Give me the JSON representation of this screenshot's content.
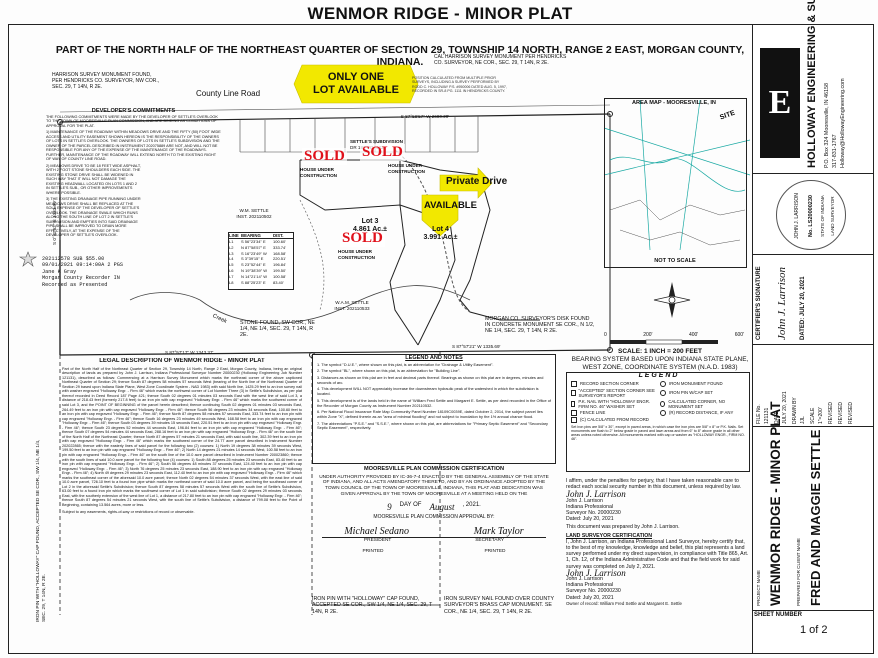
{
  "header": {
    "title": "WENMOR RIDGE - MINOR PLAT",
    "subtitle": "PART OF THE NORTH HALF OF THE NORTHEAST QUARTER OF SECTION 29, TOWNSHIP 14 NORTH, RANGE 2 EAST, MORGAN COUNTY, INDIANA."
  },
  "banner": {
    "line1": "ONLY ONE",
    "line2": "LOT AVAILABLE"
  },
  "labels": {
    "available": "AVAILABLE",
    "private_drive": "Private Drive",
    "sold": "SOLD",
    "under_construction": "HOUSE UNDER CONSTRUCTION",
    "county_line_road": "County Line Road",
    "settles_subdivision": "SETTLE'S SUBDIVISION",
    "subdivision_ref": "DR 187 PG. 422",
    "wm_settle": "W.M. SETTLE",
    "wm_settle_inst": "INST. 202110502",
    "tract_owner": "W.A.M. SETTLE",
    "tract_inst": "INST. 202110533",
    "creek": "Creek",
    "not_to_scale": "NOT TO SCALE",
    "area_map": "AREA MAP - MOORESVILLE, IN",
    "site": "SITE",
    "scale": "SCALE: 1 INCH = 200 FEET",
    "scale_ticks": [
      "0",
      "200'",
      "400'",
      "600'"
    ],
    "bearing_basis": "BEARING SYSTEM BASED UPON INDIANA STATE PLANE, WEST ZONE, COORDINATE SYSTEM (N.A.D. 1983)"
  },
  "lots": [
    {
      "name": "Lot 3",
      "area": "4.861 Ac.±"
    },
    {
      "name": "Lot 4",
      "area": "3.991 Ac.±"
    }
  ],
  "monuments": {
    "nw": "HARRISON SURVEY MONUMENT FOUND, PER HENDRICKS CO. SURVEYOR, NW COR., SEC. 29, T 14N, R 2E.",
    "ne": "CAL HARRISON SURVEY MONUMENT PER HENDRICKS CO. SURVEYOR, NE COR., SEC. 29, T 14N, R 2E.",
    "ne_note": "POSITION CALCULATED FROM MULTIPLE PRIOR SURVEYS, INCLUDING A SURVEY PERFORMED BY RODD C. HOLLOWAY P.S. #950006 DATED AUG. 5, 1997, RECORDED IN SR-8 PG. 1111 IN HENDRICKS COUNTY.",
    "sw": "STONE FOUND, SW COR., NE 1/4, NE 1/4, SEC. 29, T 14N, R 2E.",
    "se": "MORGAN CO. SURVEYOR'S DISK FOUND IN CONCRETE MONUMENT SE COR., N 1/2, NE 1/4, SEC. 29, T 14N, R 2E.",
    "bottom_left": "IRON PIN WITH \"HOLLOWAY\" CAP FOUND, ACCEPTED SE COR., SW 1/4, NE 1/4, SEC. 29, T 14N, R 2E.",
    "bottom_right": "IRON SURVEY NAIL FOUND OVER COUNTY SURVEYOR'S BRASS CAP MONUMENT. SE COR., NE 1/4, SEC. 29, T 14N, R 2E."
  },
  "bearings": {
    "top": "S 87°58'57\" W  2680.28'",
    "right_bottom": "S 87°57'21\" W  1335.69'",
    "left_bottom": "S 87°57'17\" W  1343.37'",
    "left_vertical": "S 0°12'52\" E  1333.99'"
  },
  "commitments": {
    "title": "DEVELOPER'S COMMITMENTS",
    "intro": "THE FOLLOWING COMMITMENTS WERE MADE BY THE DEVELOPER OF SETTLE'S OVERLOOK TO THE TOWN OF MOORESVILLE PLAN COMMISSION, AND ARE BINDING AS CONDITIONS OF APPROVAL FOR THE PLAT.",
    "items": [
      "1) MAINTENANCE OF THE ROADWAY WITHIN MEADOWS DRIVE AND THE FIFTY (50) FOOT WIDE ACCESS AND UTILITY EASEMENT SHOWN HEREON IS THE RESPONSIBILITY OF THE OWNERS OF LOTS IN SETTLE'S OVERLOOK. THE OWNERS OF LOTS IN SETTLE'S SUBDIVISION AND THE OWNER OF THE PARCEL DESCRIBED IN INSTRUMENT 202075889 ARE NOT, AND WILL NOT BE RESPONSIBLE FOR ANY OF THE EXPENSE OF THE MAINTENANCE OF THE ROADWAYS. FURTHER, MAINTENANCE OF THE ROADWAY WILL EXTEND NORTH TO THE EXISTING RIGHT OF WAY OF COUNTY LINE ROAD.",
      "2) MEADOWS DRIVE TO BE 18 FEET WIDE ASPHALT, WITH 2 FOOT STONE SHOULDERS EACH SIDE. THE EXISTING STONE DRIVE SHALL BE WIDENED IN SUCH WAY THAT IT WILL NOT DAMAGE THE EXISTING HEADWALL LOCATED ON LOTS 1 AND 2 IN SETTLE'S SUB., OR OTHER IMPROVEMENTS WHERE POSSIBLE.",
      "3) THE EXISTING DRAINAGE PIPE RUNNING UNDER MEADOWS DRIVE SHALL BE REPLACED AT THE SOLE EXPENSE OF THE DEVELOPER OF SETTLE'S OVERLOOK. THE DRAINAGE SWALE WHICH RUNS ALONG THE SOUTH LINE OF LOT 2 IN SETTLE'S SUBDIVISION AND EMPTIES INTO SAID DRAINAGE PIPE SHALL BE IMPROVED TO DRAIN MORE EFFECTIVELY, AT THE EXPENSE OF THE DEVELOPER OF SETTLE'S OVERLOOK."
    ]
  },
  "recorder": {
    "instrument": "202112578  SUB  $55.00",
    "date": "09/01/2021 09:14:00A 2 PGS",
    "name": "Jane K Gray",
    "office": "Morgan County Recorder IN",
    "status": "Recorded as Presented"
  },
  "legal": {
    "title": "LEGAL DESCRIPTION OF WENMOR RIDGE - MINOR PLAT",
    "body": "Part of the North Half of the Northeast Quarter of Section 29, Township 14 North, Range 2 East, Morgan County, Indiana, being an original description of lands as prepared by John J. Larrison, Indiana Professional Surveyor Number 20000230 (Holloway Engineering Job Number 121131), described as follows: Commencing at a Harrison Survey Monument which marks the northeast corner of the above captioned Northeast Quarter of Section 29; thence South 87 degrees 58 minutes 57 seconds West (bearing of the North line of the Northeast Quarter of Section 29 based upon Indiana State Plane, West Zone Coordinate System - NAD 1983) with said North line, 1425.29 feet to an iron survey nail with washer engraved \"Holloway Engr. - Firm 46\" which marks the northwest corner of Lot Number Three (3) in Settle's Subdivision, as per plat thereof recorded in Deed Record 187 Page 421; thence South 02 degrees 01 minutes 03 seconds East with the west line of said Lot 3, a distance of 218.43 feet (formerly 217.8 feet) to an iron pin with cap engraved \"Holloway Engr. - Firm 46\" which marks the southwest corner of said Lot 3, and the POINT OF BEGINNING of the parcel herein described; thence continuing South 02 degrees 01 minutes 03 seconds East, 264.49 feet to an iron pin with cap engraved \"Holloway Engr. - Firm 46\"; thence South 56 degrees 23 minutes 34 seconds East, 100.60 feet to an iron pin with cap engraved \"Holloway Engr. - Firm 46\"; thence North 87 degrees 58 minutes 57 seconds East, 333.74 feet to an iron pin with cap engraved \"Holloway Engr. - Firm 46\"; thence South 16 degrees 23 minutes 49 seconds West, 168.58 feet to an iron pin with cap engraved \"Holloway Engr. - Firm 46\"; thence South 03 degrees 39 minutes 15 seconds East, 220.51 feet to an iron pin with cap engraved \"Holloway Engr. - Firm 46\"; thence South 23 degrees 52 minutes 44 seconds East, 196.84 feet to an iron pin with cap engraved \"Holloway Engr. - Firm 46\"; thence South 07 degrees 54 minutes 44 seconds East, 288.16 feet to an iron pin with cap engraved \"Holloway Engr. - Firm 46\" on the south line of the North Half of the Northeast Quarter; thence North 87 degrees 57 minutes 21 seconds East, with said south line, 302.39 feet to an iron pin with cap engraved \"Holloway Engr. - Firm 46\" which marks the southwest corner of the 24.77 acre parcel described in Instrument Number 202022865; thence with the easterly lines of said parcel for the following two (2) courses: 1) North 19 degrees 38 minutes 39 seconds West, 199.50 feet to an iron pin with cap engraved \"Holloway Engr. - Firm 46\"; 2) North 14 degrees 21 minutes 14 seconds West, 100.58 feet to an iron pin with cap engraved \"Holloway Engr. - Firm 46\" on the south line of the 10.0 acre parcel described in Instrument Number 200023860; thence with the south lines of said 10.0 acre parcel for the following four (4) courses: 1) South 88 degrees 25 minutes 23 seconds East, 83.40 feet to an iron pin with cap engraved \"Holloway Engr. - Firm 46\"; 2) South 56 degrees 48 minutes 37 seconds East, 124.40 feet to an iron pin with cap engraved \"Holloway Engr. - Firm 46\"; 3) North 76 degrees 25 minutes 23 seconds East, 188.90 feet to an iron pin with cap engraved \"Holloway Engr. - Firm 46\"; 4) North 49 degrees 29 minutes 23 seconds East, 112.40 feet to an iron pin with cap engraved \"Holloway Engr. - Firm 46\" which marks the southeast corner of the aforesaid 10.0 acre parcel; thence North 02 degrees 54 minutes 37 seconds West, with the east line of said 10.0 acre parcel, 726.10 feet to a found iron pipe which marks the northeast corner of said 10.0 acre parcel, and being the southeast corner of Lot 2 in the aforesaid Settle's Subdivision; thence South 87 degrees 58 minutes 57 seconds West with the south line of Settle's Subdivision, 63.00 feet to a found iron pin which marks the southwest corner of Lot 1 in said subdivision; thence South 02 degrees 29 minutes 03 seconds East, with the southerly extension of the west line of Lot 1, a distance of 217.80 feet to an iron pin with cap engraved \"Holloway Engr. - Firm 46\"; thence South 87 degrees 54 minutes 21 seconds West, with the south line of Settle's Subdivision, a distance of 799.08 feet to the Point of Beginning, containing 13.564 acres, more or less.",
    "footer": "Subject to any easements, rights-of-way or restrictions of record or observable."
  },
  "notes": {
    "title": "LEGEND AND NOTES",
    "items": [
      "1. The symbol \"D.U.E.\", where shown on this plat, is an abbreviation for \"Drainage & Utility Easement\".",
      "2. The symbol \"BL\", where shown on this plat, is an abbreviation for \"Building Line\".",
      "3. Distances as shown on this plat are in feet and decimal parts thereof. Bearings as shown on this plat are in degrees, minutes and seconds of arc.",
      "4. This development WILL NOT appreciably increase the downstream hydraulic peak of the watershed in which the subdivision is located.",
      "5. This development is of the lands held in the name of 'William Fred Settle and Margaret E. Settle, as per deed recorded in the Office of the Recorder of Morgan County as Instrument Number 202110532.",
      "6. Per National Flood Insurance Rate Map Community Panel Number 18109C0039E, dated October 2, 2014, the subject parcel lies within Zone \"X\", defined therein as an \"area of minimal flooding\" and not subject to inundation by the 1% annual chance flood.",
      "7. The abbreviations \"P.S.E.\" and \"S.S.E.\", where shown on this plat, are abbreviations for \"Primary Septic Easement\" and \"Secondary Septic Easement\", respectively."
    ]
  },
  "certification": {
    "title": "MOORESVILLE PLAN COMMISSION CERTIFICATION",
    "body": "UNDER AUTHORITY PROVIDED BY IC-36-7-4 ENACTED BY THE GENERAL ASSEMBLY OF THE STATE OF INDIANA, AND ALL ACTS AMENDATORY THERETO, AND BY AN ORDINANCE ADOPTED BY THE TOWN COUNCIL OF THE TOWN OF MOORESVILLE, INDIANA, THIS PLAT AND DEDICATION WAS GIVEN APPROVAL BY THE TOWN OF MOORESVILLE AT A MEETING HELD ON THE",
    "day": "9",
    "day_label": "DAY OF",
    "month": "August",
    "year": ", 2021.",
    "approval": "MOORESVILLE PLAN COMMISSION APPROVAL BY:",
    "president": "PRESIDENT",
    "secretary": "SECRETARY",
    "printed": "PRINTED",
    "printed_secretary": "PRINTED",
    "president_name": "Michael Sedano",
    "secretary_name": "Mark Taylor"
  },
  "legend": {
    "title": "L E G E N D",
    "items": [
      "RECORD SECTION CORNER",
      "IRON MONUMENT FOUND",
      "\"ACCEPTED\" SECTION CORNER SEE SURVEYOR'S REPORT",
      "IRON PIN W/CAP SET",
      "P.K. NAIL WITH \"HOLLOWAY ENGR. FIRM NO. 46\" WASHER SET",
      "CALCULATED CORNER, NO MONUMENT SET",
      "FENCE LINE",
      "(R) RECORD DISTANCE, IF ANY",
      "(C) CALCULATED FROM RECORD"
    ],
    "footnote": "Set iron pins are 5/8\" x 30\", except in paved areas, in which case the iron pins are 5/8\" x 8\" or P.K. Nails. Set monuments are flush to 2\" below grade in paved and lawn areas and from 6\" to 8\" above grade in all other areas unless noted otherwise. All monuments marked with cap or washer as \"HOLLOWAY ENGR., FIRM NO. 46\"."
  },
  "surveyor": {
    "affirm": "I affirm, under the penalties for perjury, that I have taken reasonable care to redact each social security number in this document, unless required by law.",
    "name": "John J. Larrison",
    "title": "Indiana Professional",
    "number": "Surveyor No. 20000230",
    "date": "Dated: July 20, 2021",
    "prepared": "This document was prepared by John J. Larrison.",
    "cert_title": "LAND SURVEYOR CERTIFICATION",
    "cert_body": "I, John J. Larrison, an Indiana Professional Land Surveyor, hereby certify that, to the best of my knowledge, knowledge and belief, this plat represents a land survey performed under my direct supervision, in compliance with Title 865, Art. 1, Ch. 12, of the Indiana Administrative Code and that the field work for said survey was completed on July 2, 2021.",
    "owner_line": "Owner of record: William Fred Settle and Margaret E. Settle"
  },
  "firm": {
    "name": "HOLLOWAY ENGINEERING & SURVEYING",
    "address": "P.O. Box 324 Mooresville, IN 46158",
    "phone": "317-831-1767",
    "email": "Holloway@HollowayEngineering.com"
  },
  "stamp": {
    "name": "JOHN J. LARRISON",
    "number": "No. LS20000230",
    "state": "STATE OF INDIANA",
    "role": "LAND SURVEYOR"
  },
  "signature_block": {
    "label": "CERTIFIER'S SIGNATURE",
    "dated": "DATED: JULY 20, 2021"
  },
  "title_block": {
    "file_label": "FILE No.",
    "file": "121131",
    "date_label": "DATE",
    "date": "JULY 20, 2021",
    "drawn_label": "DRAWN BY",
    "drawn": "JJL",
    "scale_label": "SCALE",
    "scale": "1\"=200'",
    "revised_label": "REVISED",
    "project_label": "PROJECT NAME",
    "project": "WENMOR RIDGE - MINOR PLAT",
    "client_label": "PREPARED FOR CLIENT NAME",
    "client": "FRED AND MAGGIE SETTLE",
    "sheet_label": "SHEET NUMBER",
    "sheet": "1 of 2"
  },
  "line_table": {
    "headers": [
      "LINE",
      "BEARING",
      "DIST."
    ],
    "rows": [
      [
        "L1",
        "S 56°23'34\" E",
        "100.60'"
      ],
      [
        "L2",
        "N 87°58'57\" E",
        "333.74'"
      ],
      [
        "L3",
        "S 16°23'49\" W",
        "168.58'"
      ],
      [
        "L4",
        "S 3°39'15\" E",
        "220.51'"
      ],
      [
        "L5",
        "S 23°52'44\" E",
        "196.84'"
      ],
      [
        "L6",
        "N 19°38'39\" W",
        "199.50'"
      ],
      [
        "L7",
        "N 14°21'14\" W",
        "100.58'"
      ],
      [
        "L8",
        "S 88°25'23\" E",
        "83.40'"
      ]
    ]
  },
  "colors": {
    "sold": "#e0111b",
    "banner": "#f2e800",
    "private_drive_arrow": "#f2e800",
    "available_arrow": "#f2e800",
    "map_teal": "#19a9a3",
    "line": "#222222"
  }
}
